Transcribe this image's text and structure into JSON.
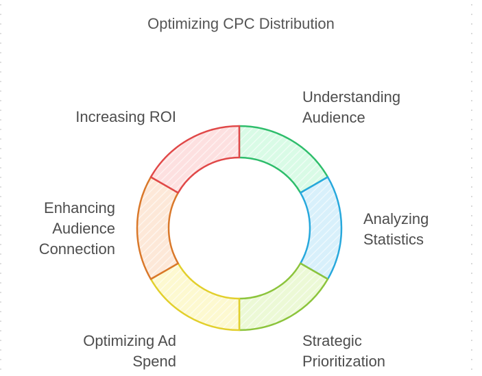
{
  "title": "Optimizing CPC Distribution",
  "segments": [
    {
      "lines": [
        "Understanding",
        "Audience"
      ],
      "stroke": "#2ebd6b",
      "fill": "#d9fbe6"
    },
    {
      "lines": [
        "Analyzing",
        "Statistics"
      ],
      "stroke": "#27a8dc",
      "fill": "#d8f0fb"
    },
    {
      "lines": [
        "Strategic",
        "Prioritization"
      ],
      "stroke": "#8cc43c",
      "fill": "#ecf9d6"
    },
    {
      "lines": [
        "Optimizing Ad",
        "Spend"
      ],
      "stroke": "#e2cf2c",
      "fill": "#fdf9d0"
    },
    {
      "lines": [
        "Enhancing",
        "Audience",
        "Connection"
      ],
      "stroke": "#d9782a",
      "fill": "#fde8d8"
    },
    {
      "lines": [
        "Increasing ROI"
      ],
      "stroke": "#e04848",
      "fill": "#fde0e0"
    }
  ]
}
